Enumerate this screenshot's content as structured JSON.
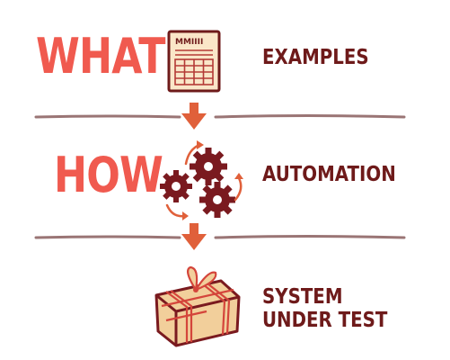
{
  "rows": {
    "what": {
      "label": "WHAT",
      "description": "EXAMPLES"
    },
    "how": {
      "label": "HOW",
      "description": "AUTOMATION"
    },
    "system": {
      "description_line1": "SYSTEM",
      "description_line2": "UNDER TEST"
    }
  },
  "document_icon": {
    "heading_text": "MMIIII"
  },
  "colors": {
    "accent_red": "#f05a4f",
    "dark_maroon": "#6e1a1a",
    "divider": "#9a7575",
    "arrow_orange": "#e0603a",
    "paper": "#fae6c8",
    "box": "#f2cf9b"
  },
  "icons": [
    "document-table-icon",
    "gears-icon",
    "gift-box-icon",
    "down-arrow-icon"
  ]
}
